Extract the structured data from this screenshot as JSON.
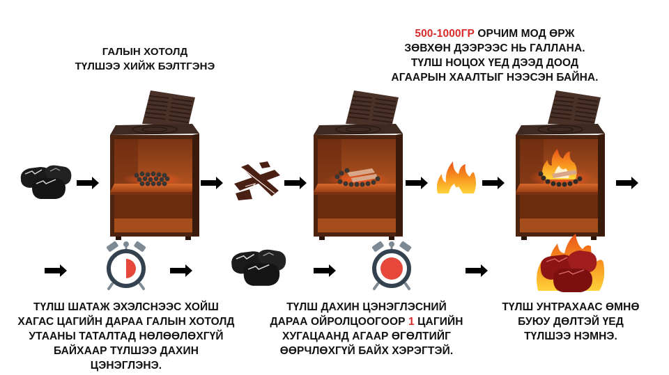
{
  "colors": {
    "accent_red": "#d92b2b",
    "text": "#111111",
    "stove_body": "#5a2a12",
    "stove_interior": "#a8471c",
    "stove_lid": "#4a3128",
    "clock_ring": "#34414e",
    "clock_bells": "#7d8a94",
    "clock_fill": "#e5483b",
    "coal": "#1a1a1a",
    "wood": "#4a1f14",
    "flame_orange": "#f58a1f",
    "flame_yellow": "#ffc93a",
    "hot_coal": "#9a1a1a"
  },
  "top_row": {
    "step1": {
      "caption_lines": [
        "ГАЛЫН ХОТОЛД",
        "ТҮЛШЭЭ  ХИЙЖ БЭЛТГЭНЭ"
      ],
      "icon": "coal-icon",
      "stove_icon": "stove-with-coal-icon"
    },
    "step2": {
      "icon": "firewood-icon",
      "stove_icon": "stove-with-wood-icon"
    },
    "step3": {
      "caption_highlight": "500-1000ГР",
      "caption_line1_rest": " ОРЧИМ МОД ӨРЖ",
      "caption_lines": [
        "ЗӨВХӨН ДЭЭРЭЭС НЬ ГАЛЛАНА.",
        "ТҮЛШ НОЦОХ ҮЕД ДЭЭД ДООД",
        "АГААРЫН ХААЛТЫГ НЭЭСЭН БАЙНА."
      ],
      "icon": "flame-icon",
      "stove_icon": "stove-burning-icon"
    }
  },
  "bottom_row": {
    "step4": {
      "icon": "half-hour-clock-icon",
      "caption_lines": [
        "ТҮЛШ ШАТАЖ ЭХЭЛСНЭЭС ХОЙШ",
        "ХАГАС  ЦАГИЙН ДАРАА ГАЛЫН ХОТОЛД",
        "УТААНЫ ТАТАЛТАД  НӨЛӨӨЛӨХГҮЙ",
        "БАЙХААР ТҮЛШЭЭ ДАХИН",
        "ЦЭНЭГЛЭНЭ."
      ]
    },
    "step5": {
      "icon": "coal-icon"
    },
    "step6": {
      "icon": "full-hour-clock-icon",
      "caption_line1": "ТҮЛШ ДАХИН ЦЭНЭГЛЭСНИЙ",
      "caption_line2_pre": "ДАРАА ОЙРОЛЦООГООР ",
      "caption_line2_highlight": "1",
      "caption_line2_post": " ЦАГИЙН",
      "caption_lines_rest": [
        "ХУГАЦААНД АГААР ӨГӨЛТИЙГ",
        "ӨӨРЧЛӨХГҮЙ БАЙХ ХЭРЭГТЭЙ."
      ]
    },
    "step7": {
      "icon": "burning-coal-icon",
      "caption_lines": [
        "ТҮЛШ УНТРАХААС ӨМНӨ",
        "БУЮУ ДӨЛТЭЙ ҮЕД",
        "ТҮЛШЭЭ НЭМНЭ."
      ]
    }
  }
}
